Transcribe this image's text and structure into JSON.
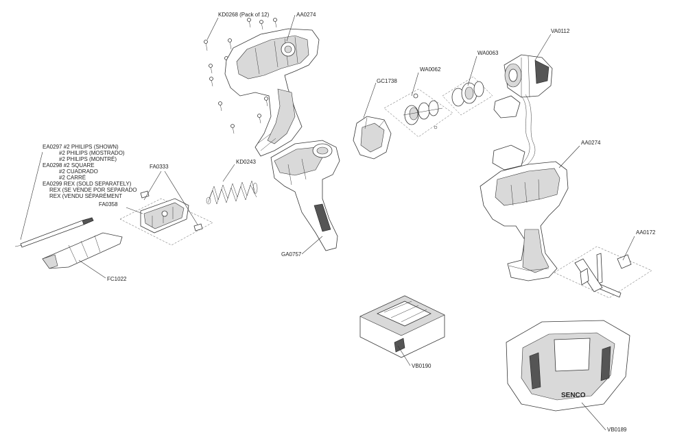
{
  "labels": {
    "kd0268": "KD0268 (Pack of 12)",
    "aa0274_top": "AA0274",
    "va0112": "VA0112",
    "wa0063": "WA0063",
    "wa0062": "WA0062",
    "gc1738": "GC1738",
    "aa0274_right": "AA0274",
    "ea_bits": [
      "EA0297  #2  PHILIPS (SHOWN)",
      "#2 PHILIPS (MOSTRADO)",
      "#2 PHILIPS (MONTRÉ)",
      "EA0298  #2 SQUARE",
      "#2 CUADRADO",
      "#2 CARRÉ",
      "EA0299  REX (SOLD SEPARATELY)",
      "REX (SE VENDE POR SEPARADO",
      "REX (VENDU SÉPARÉMENT"
    ],
    "fa0333": "FA0333",
    "kd0243": "KD0243",
    "fa0358": "FA0358",
    "ga0757": "GA0757",
    "fc1022": "FC1022",
    "aa0172": "AA0172",
    "vb0190": "VB0190",
    "vb0189": "VB0189",
    "brand": "SENCO"
  }
}
